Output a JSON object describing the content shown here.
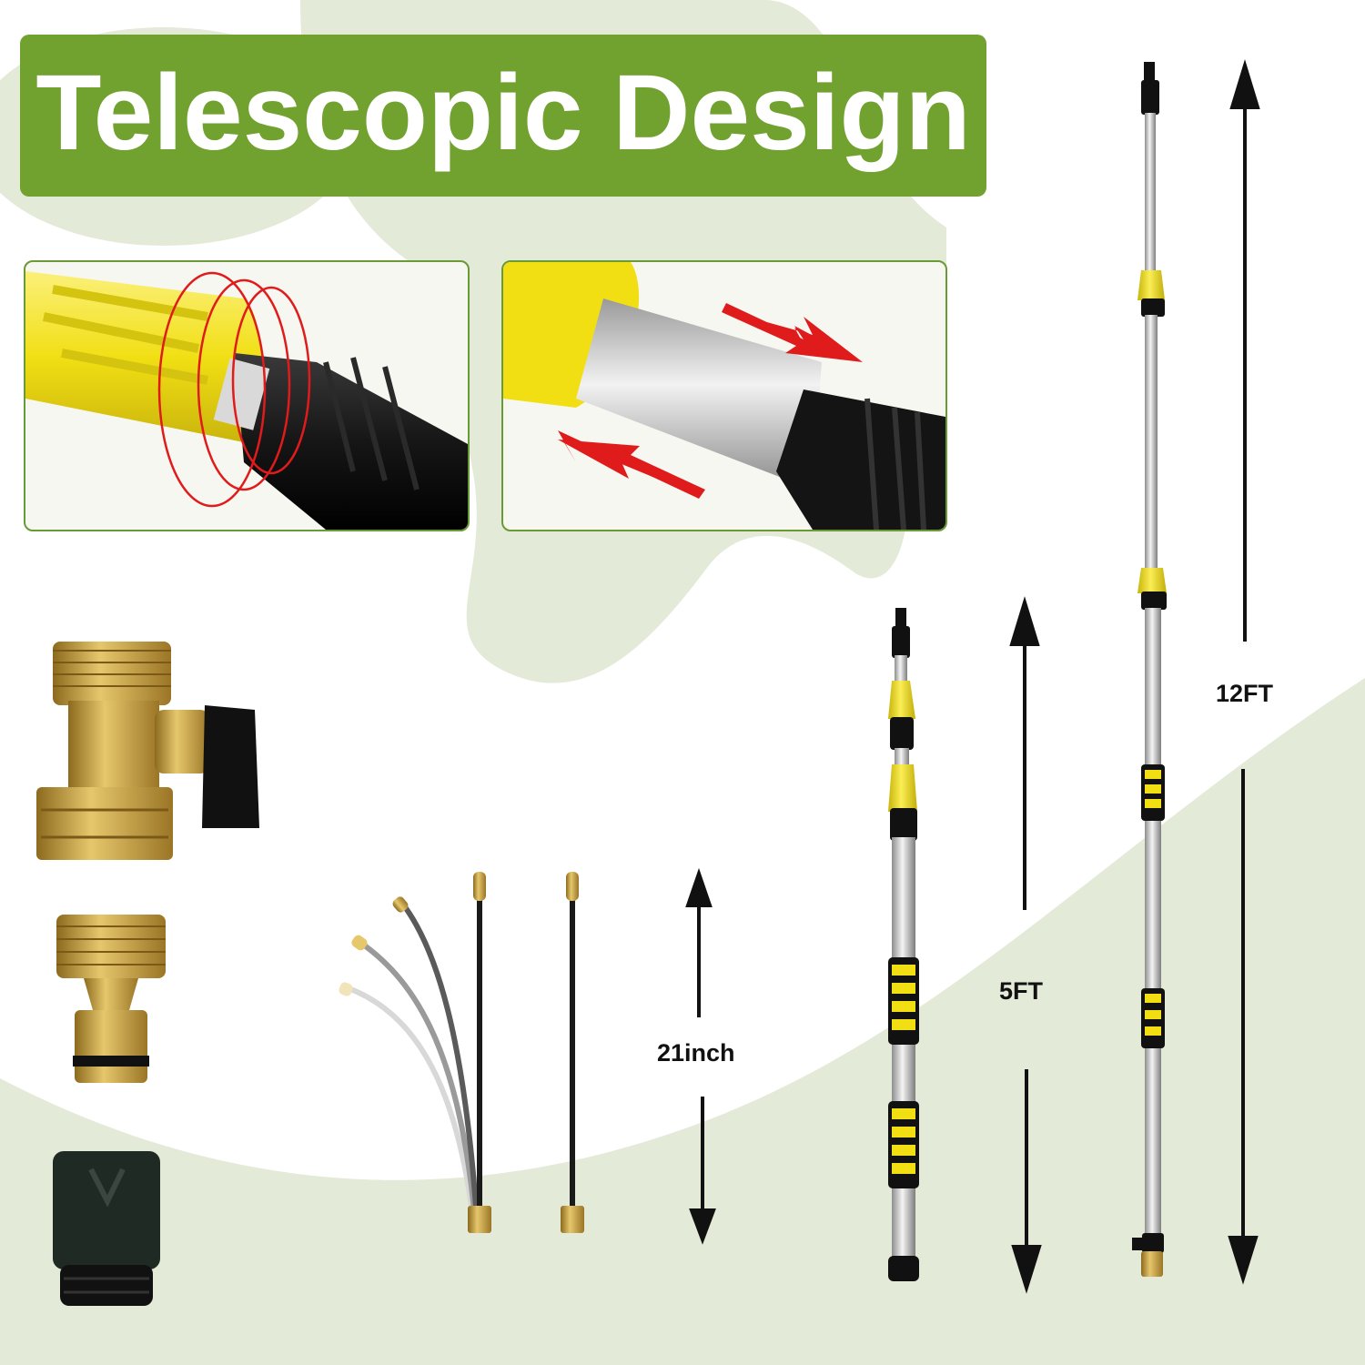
{
  "banner": {
    "title": "Telescopic Design"
  },
  "dimensions": {
    "hose_length": "21inch",
    "short_pole_length": "5FT",
    "long_pole_length": "12FT"
  },
  "colors": {
    "banner_green": "#71a12f",
    "blob_green": "#e3ead8",
    "pole_yellow": "#f1df14",
    "arrow_red": "#e01b1b",
    "brass": "#c9a44a"
  },
  "icons": {
    "rotate": "rotation-rings-icon",
    "slide": "slide-arrows-icon"
  }
}
